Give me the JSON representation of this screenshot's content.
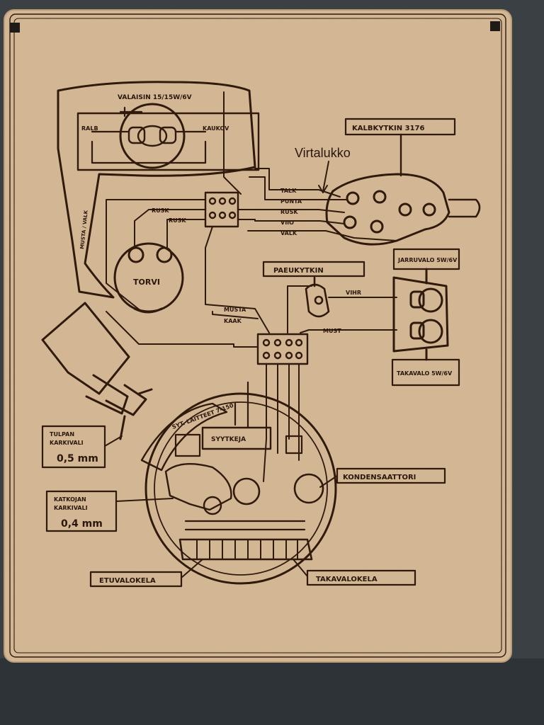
{
  "colors": {
    "background": "#3b4044",
    "board": "#d6ba96",
    "engraving": "#2f1a0c"
  },
  "labels": {
    "valaisin": "VALAISIN 15/15W/6V",
    "ralb_left": "RALB",
    "kaukov": "KAUKOV",
    "kytkin_lamp": "KALBKYTKIN 3176",
    "virtalukko": "Virtalukko",
    "tal": "TALK",
    "punta": "PUNTA",
    "rusk": "RUSK",
    "viio": "VIIO",
    "valk": "VALK",
    "rusk_a": "RUSK",
    "rusk_b": "RUSK",
    "torvi": "TORVI",
    "jarruvalo": "JARRUVALO 5W/6V",
    "paeukytkin": "PAEUKYTKIN",
    "vihr": "VIHR",
    "mus": "MUST",
    "musta": "MUSTA",
    "kaak": "KAAK",
    "takavalo": "TAKAVALO 5W/6V",
    "sytytys": "SYT. LAITTEET 7-150",
    "puola": "SYYTKEJA",
    "tulpan_1": "TULPAN",
    "tulpan_2": "KARKIVALI",
    "tulpan_3": "0,5 mm",
    "katkojan_1": "KATKOJAN",
    "katkojan_2": "KARKIVALI",
    "katkojan_3": "0,4 mm",
    "kondensaattori": "KONDENSAATTORI",
    "etuvalokela": "ETUVALOKELA",
    "takavalokela": "TAKAVALOKELA",
    "sivu_johto": "MUSTA / VALK"
  }
}
